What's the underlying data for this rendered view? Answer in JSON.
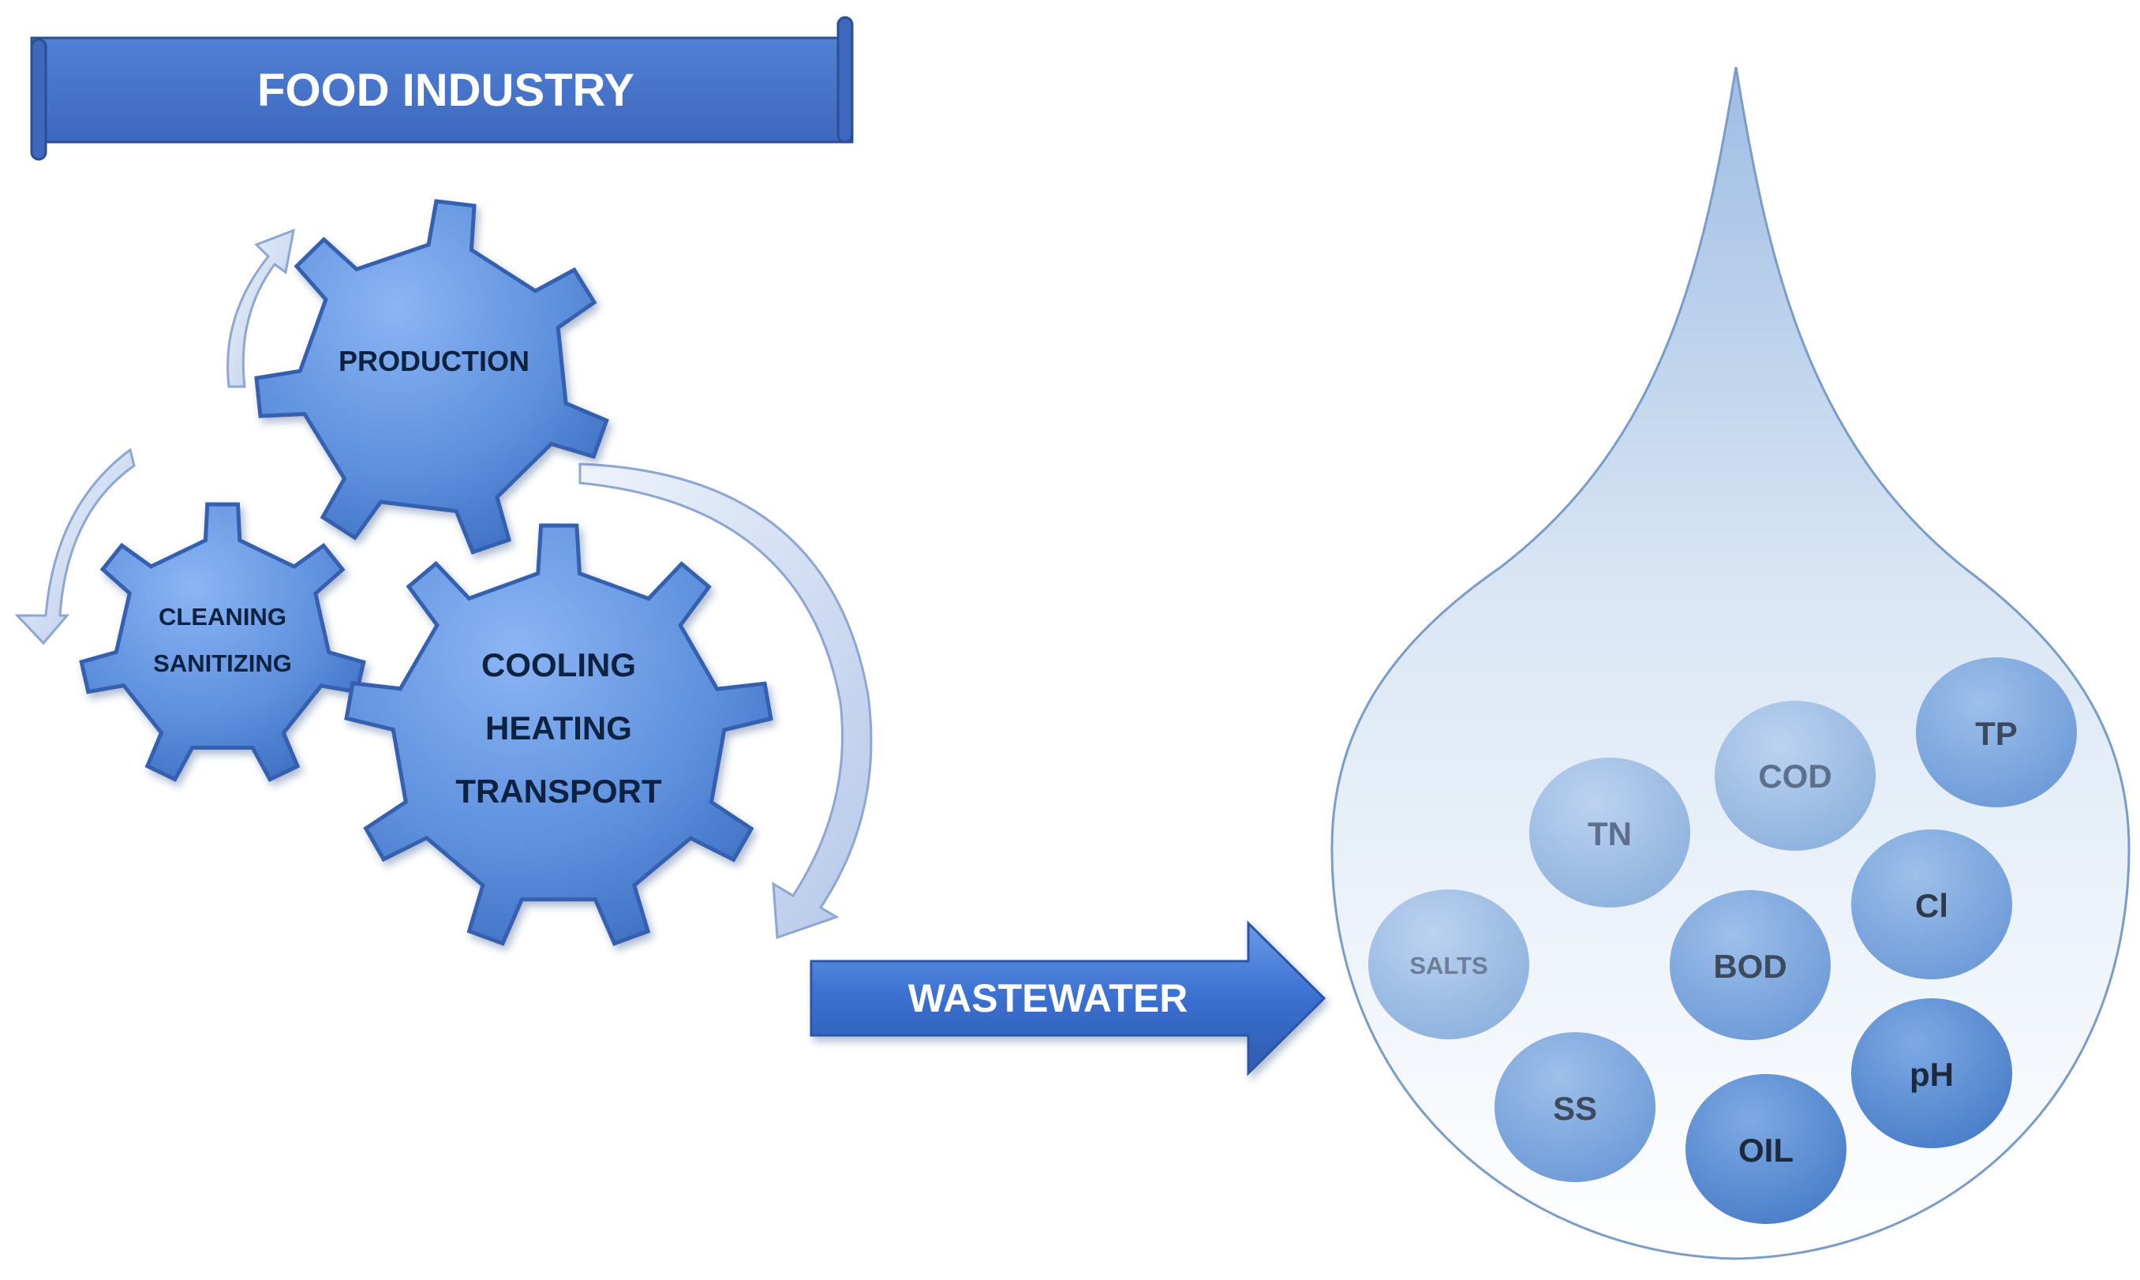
{
  "banner": {
    "title": "FOOD INDUSTRY"
  },
  "gears": {
    "production": {
      "label": "PRODUCTION"
    },
    "cleaning": {
      "line1": "CLEANING",
      "line2": "SANITIZING"
    },
    "cooling": {
      "line1": "COOLING",
      "line2": "HEATING",
      "line3": "TRANSPORT"
    }
  },
  "arrow": {
    "label": "WASTEWATER"
  },
  "pollutants": [
    {
      "label": "COD"
    },
    {
      "label": "TP"
    },
    {
      "label": "TN"
    },
    {
      "label": "Cl"
    },
    {
      "label": "SALTS"
    },
    {
      "label": "BOD"
    },
    {
      "label": "pH"
    },
    {
      "label": "SS"
    },
    {
      "label": "OIL"
    }
  ],
  "colors": {
    "banner_blue": "#4472c4",
    "gear_blue": "#5b8fd9",
    "drop_blue": "#a9c4e6",
    "arrow_blue": "#3f6fc9"
  }
}
